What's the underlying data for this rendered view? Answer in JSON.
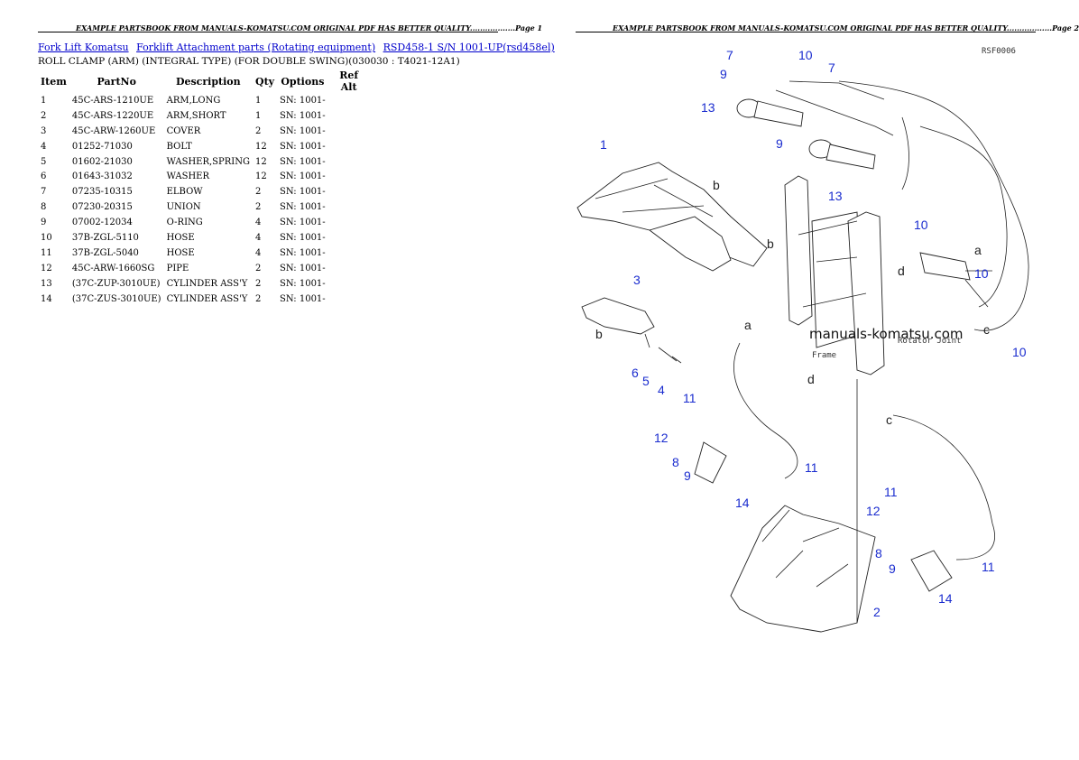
{
  "header": {
    "page1": "EXAMPLE PARTSBOOK FROM MANUALS-KOMATSU.COM ORIGINAL PDF HAS BETTER QUALITY..................Page 1",
    "page2": "EXAMPLE PARTSBOOK FROM MANUALS-KOMATSU.COM ORIGINAL PDF HAS BETTER QUALITY..................Page 2"
  },
  "breadcrumbs": [
    "Fork Lift Komatsu",
    "Forklift Attachment parts (Rotating equipment)",
    "RSD458-1 S/N 1001-UP(rsd458el)"
  ],
  "subtitle": "ROLL CLAMP (ARM) (INTEGRAL TYPE) (FOR DOUBLE SWING)(030030 : T4021-12A1)",
  "table": {
    "headers": [
      "Item",
      "PartNo",
      "Description",
      "Qty",
      "Options",
      "Ref Alt"
    ],
    "rows": [
      [
        "1",
        "45C-ARS-1210UE",
        "ARM,LONG",
        "1",
        "SN: 1001-",
        ""
      ],
      [
        "2",
        "45C-ARS-1220UE",
        "ARM,SHORT",
        "1",
        "SN: 1001-",
        ""
      ],
      [
        "3",
        "45C-ARW-1260UE",
        "COVER",
        "2",
        "SN: 1001-",
        ""
      ],
      [
        "4",
        "01252-71030",
        "BOLT",
        "12",
        "SN: 1001-",
        ""
      ],
      [
        "5",
        "01602-21030",
        "WASHER,SPRING",
        "12",
        "SN: 1001-",
        ""
      ],
      [
        "6",
        "01643-31032",
        "WASHER",
        "12",
        "SN: 1001-",
        ""
      ],
      [
        "7",
        "07235-10315",
        "ELBOW",
        "2",
        "SN: 1001-",
        ""
      ],
      [
        "8",
        "07230-20315",
        "UNION",
        "2",
        "SN: 1001-",
        ""
      ],
      [
        "9",
        "07002-12034",
        "O-RING",
        "4",
        "SN: 1001-",
        ""
      ],
      [
        "10",
        "37B-ZGL-5110",
        "HOSE",
        "4",
        "SN: 1001-",
        ""
      ],
      [
        "11",
        "37B-ZGL-5040",
        "HOSE",
        "4",
        "SN: 1001-",
        ""
      ],
      [
        "12",
        "45C-ARW-1660SG",
        "PIPE",
        "2",
        "SN: 1001-",
        ""
      ],
      [
        "13",
        "(37C-ZUP-3010UE)",
        "CYLINDER ASS'Y",
        "2",
        "SN: 1001-",
        ""
      ],
      [
        "14",
        "(37C-ZUS-3010UE)",
        "CYLINDER ASS'Y",
        "2",
        "SN: 1001-",
        ""
      ]
    ]
  },
  "diagram": {
    "code": "RSF0006",
    "watermark": "manuals-komatsu.com",
    "labels": {
      "rotator": "Rotator Joint",
      "frame": "Frame"
    },
    "callouts": [
      "7",
      "9",
      "10",
      "7",
      "13",
      "9",
      "1",
      "13",
      "10",
      "10",
      "10",
      "3",
      "6",
      "5",
      "4",
      "11",
      "12",
      "8",
      "9",
      "11",
      "14",
      "12",
      "11",
      "8",
      "9",
      "11",
      "14",
      "2"
    ],
    "letters": [
      "b",
      "b",
      "a",
      "d",
      "a",
      "c",
      "b",
      "d",
      "c"
    ]
  }
}
